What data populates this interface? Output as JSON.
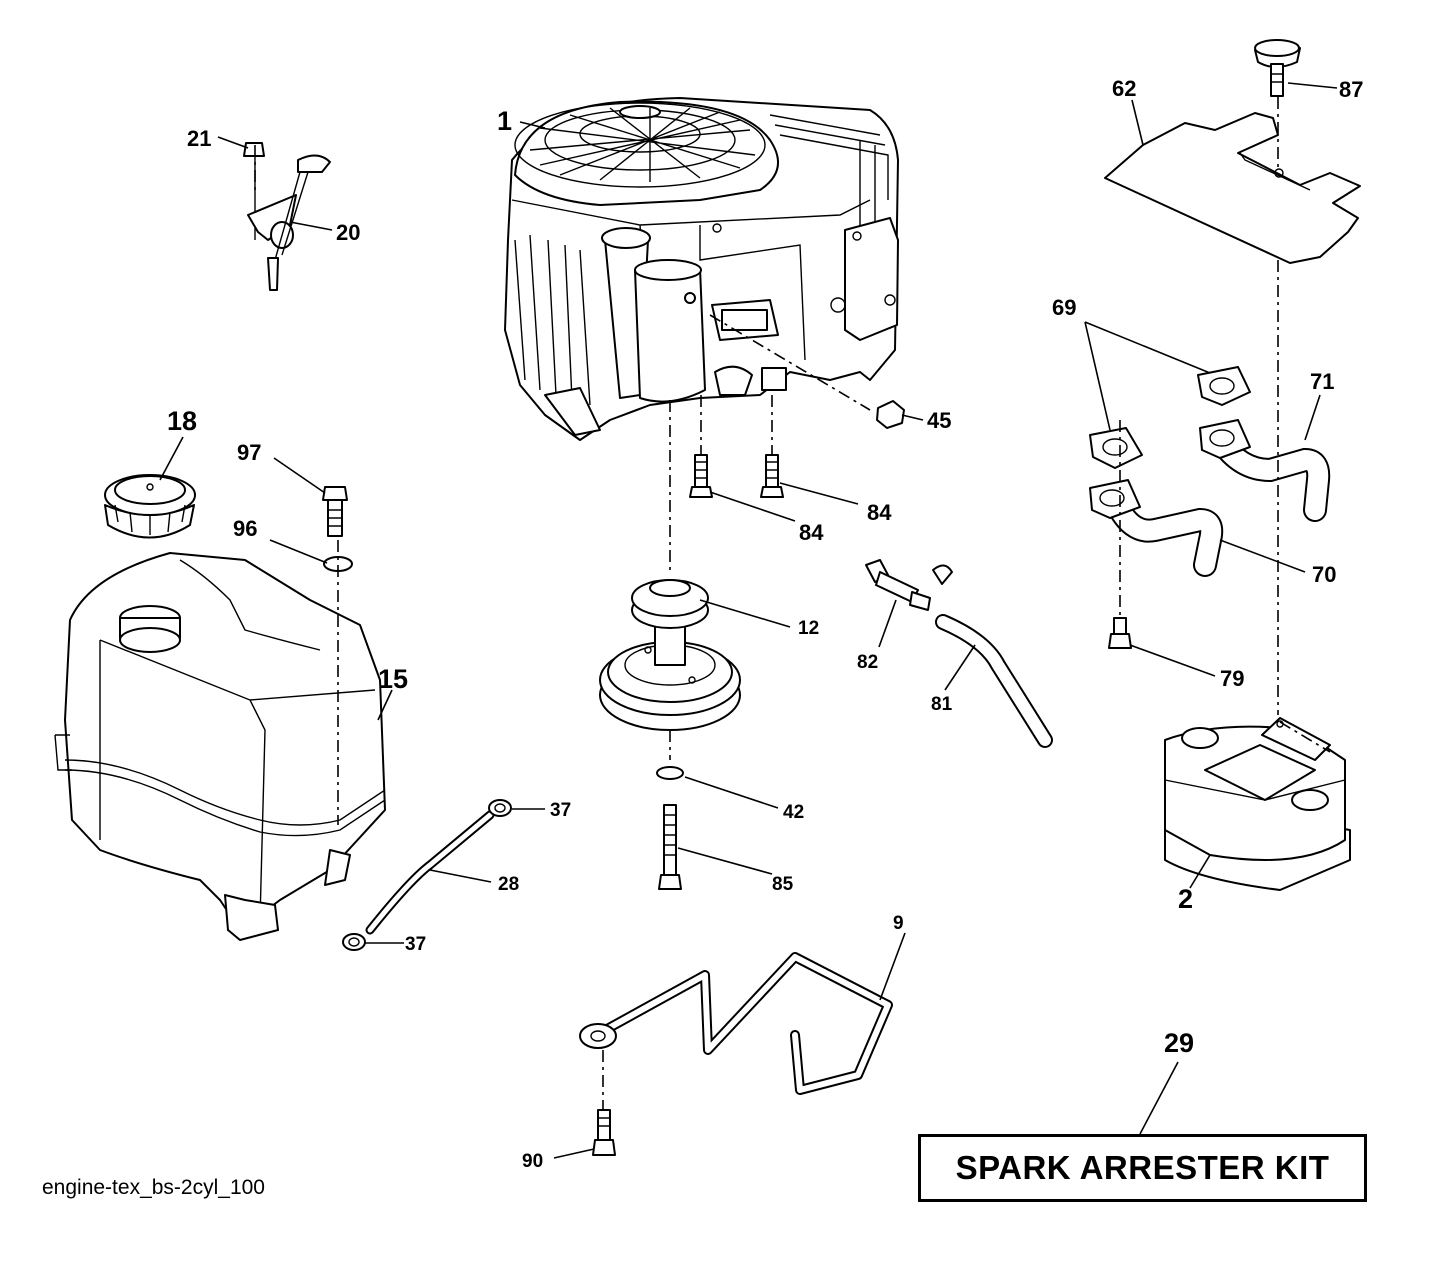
{
  "figure_id": "engine-tex_bs-2cyl_100",
  "kit_label": "SPARK ARRESTER KIT",
  "callouts": {
    "engine": "1",
    "muffler": "2",
    "frame_rod": "9",
    "pulley": "12",
    "fuel_tank": "15",
    "fuel_cap": "18",
    "choke_bracket": "20",
    "screw_21": "21",
    "fuel_hose": "28",
    "spark_arrester_kit": "29",
    "hose_clamp_top": "37",
    "hose_clamp_bottom": "37",
    "washer_42": "42",
    "nut_45": "45",
    "bolt_84_left": "84",
    "bolt_84_right": "84",
    "bolt_85": "85",
    "heat_shield": "62",
    "gasket_69": "69",
    "exhaust_pipe_70": "70",
    "exhaust_pipe_71": "71",
    "bolt_79": "79",
    "drain_hose_81": "81",
    "drain_valve_82": "82",
    "knob_87": "87",
    "bolt_90": "90",
    "washer_96": "96",
    "bolt_97": "97"
  }
}
